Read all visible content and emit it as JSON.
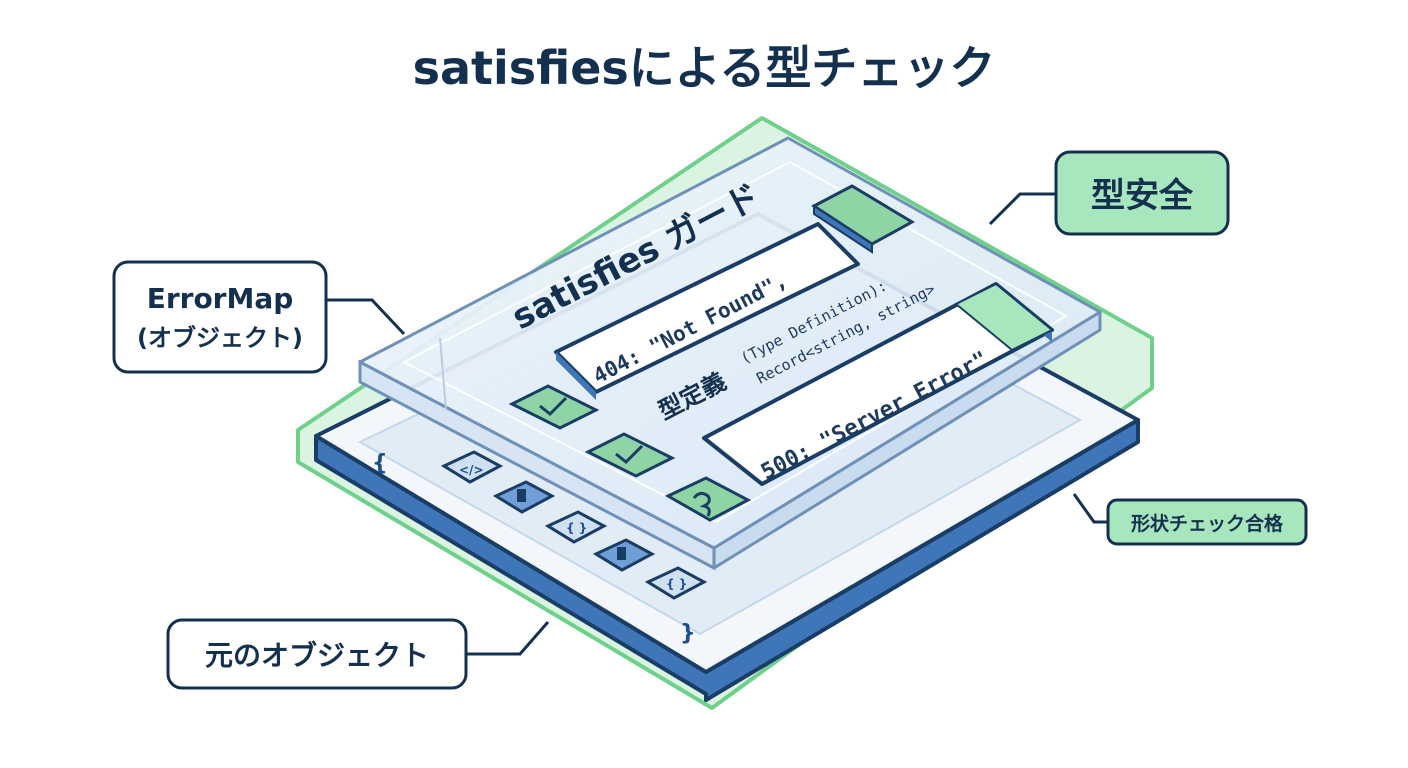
{
  "title": "satisfiesによる型チェック",
  "labels": {
    "error_map_line1": "ErrorMap",
    "error_map_line2": "(オブジェクト)",
    "type_safe": "型安全",
    "shape_check": "形状チェック合格",
    "original_object": "元のオブジェクト"
  },
  "guard": {
    "heading": "satisfies ガード",
    "entry_404": "404: \"Not Found\",",
    "entry_500": "500: \"Server Error\"",
    "type_definition_label": "型定義",
    "type_definition_en": "(Type Definition):",
    "type_definition_code": "Record<string, string>"
  },
  "base": {
    "open_brace": "{",
    "close_brace": "}"
  },
  "icons": [
    "code-icon",
    "document-icon",
    "braces-icon",
    "document-icon",
    "braces-icon"
  ],
  "check_marks": [
    "check-icon",
    "check-icon",
    "puzzle-icon"
  ],
  "colors": {
    "navy": "#14304f",
    "accent_green": "#a8e6bd",
    "green_outline": "#5cc97a",
    "base_blue": "#3f76b8"
  }
}
